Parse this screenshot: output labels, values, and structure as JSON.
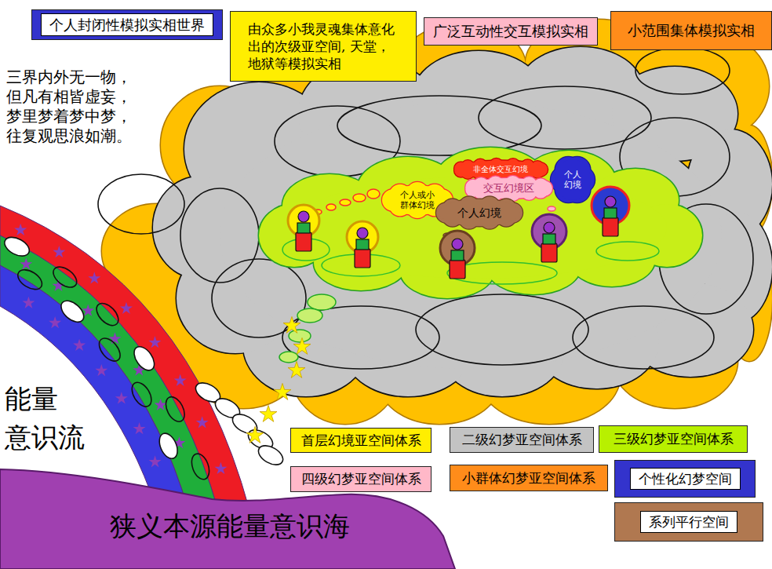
{
  "diagram": {
    "nodes": [
      {
        "text": [
          "非全体交互幻境"
        ]
      },
      {
        "text": [
          "个人幻境"
        ]
      },
      {
        "text": [
          "个人或小群体幻境"
        ]
      },
      {
        "text": [
          "交互幻境区"
        ]
      },
      {
        "text": [
          "个人幻境"
        ]
      },
      {
        "text": [
          "狭义本源能量意识海"
        ]
      }
    ],
    "labels": [
      "三界内外无一物，",
      "但凡有相皆虚妄，",
      "梦里梦着梦中梦，",
      "往复观思浪如潮。",
      "能量 意识流"
    ],
    "legend": [
      {
        "text": "个人封闭性模拟实相世界",
        "color": "#3333cc"
      },
      {
        "text": "由众多小我灵魂集体意化出的次级亚空间, 天堂，地狱等模拟实相",
        "color": "#ffee00"
      },
      {
        "text": "广泛互动性交互模拟实相",
        "color": "#ffb8c8"
      },
      {
        "text": "小范围集体模拟实相",
        "color": "#ff8c1a"
      },
      {
        "text": "首层幻境亚空间体系",
        "color": "#ffee00"
      },
      {
        "text": "二级幻梦亚空间体系",
        "color": "#c3c3c3"
      },
      {
        "text": "三级幻梦亚空间体系",
        "color": "#b8f000"
      },
      {
        "text": "四级幻梦亚空间体系",
        "color": "#ffb8c8"
      },
      {
        "text": "小群体幻梦亚空间体系",
        "color": "#ff8c1a"
      },
      {
        "text": "个性化幻梦空间",
        "color": "#3333cc"
      },
      {
        "text": "系列平行空间",
        "color": "#b07850"
      }
    ]
  }
}
